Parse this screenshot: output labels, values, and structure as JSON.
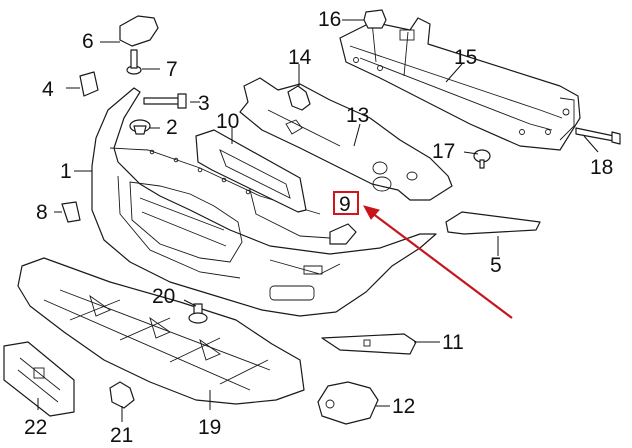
{
  "diagram": {
    "highlight": {
      "label": "9",
      "color": "#d0161c"
    },
    "callouts": [
      {
        "id": "1",
        "label": "1"
      },
      {
        "id": "2",
        "label": "2"
      },
      {
        "id": "3",
        "label": "3"
      },
      {
        "id": "4",
        "label": "4"
      },
      {
        "id": "5",
        "label": "5"
      },
      {
        "id": "6",
        "label": "6"
      },
      {
        "id": "7",
        "label": "7"
      },
      {
        "id": "8",
        "label": "8"
      },
      {
        "id": "9",
        "label": "9"
      },
      {
        "id": "10",
        "label": "10"
      },
      {
        "id": "11",
        "label": "11"
      },
      {
        "id": "12",
        "label": "12"
      },
      {
        "id": "13",
        "label": "13"
      },
      {
        "id": "14",
        "label": "14"
      },
      {
        "id": "15",
        "label": "15"
      },
      {
        "id": "16",
        "label": "16"
      },
      {
        "id": "17",
        "label": "17"
      },
      {
        "id": "18",
        "label": "18"
      },
      {
        "id": "19",
        "label": "19"
      },
      {
        "id": "20",
        "label": "20"
      },
      {
        "id": "21",
        "label": "21"
      },
      {
        "id": "22",
        "label": "22"
      }
    ]
  }
}
